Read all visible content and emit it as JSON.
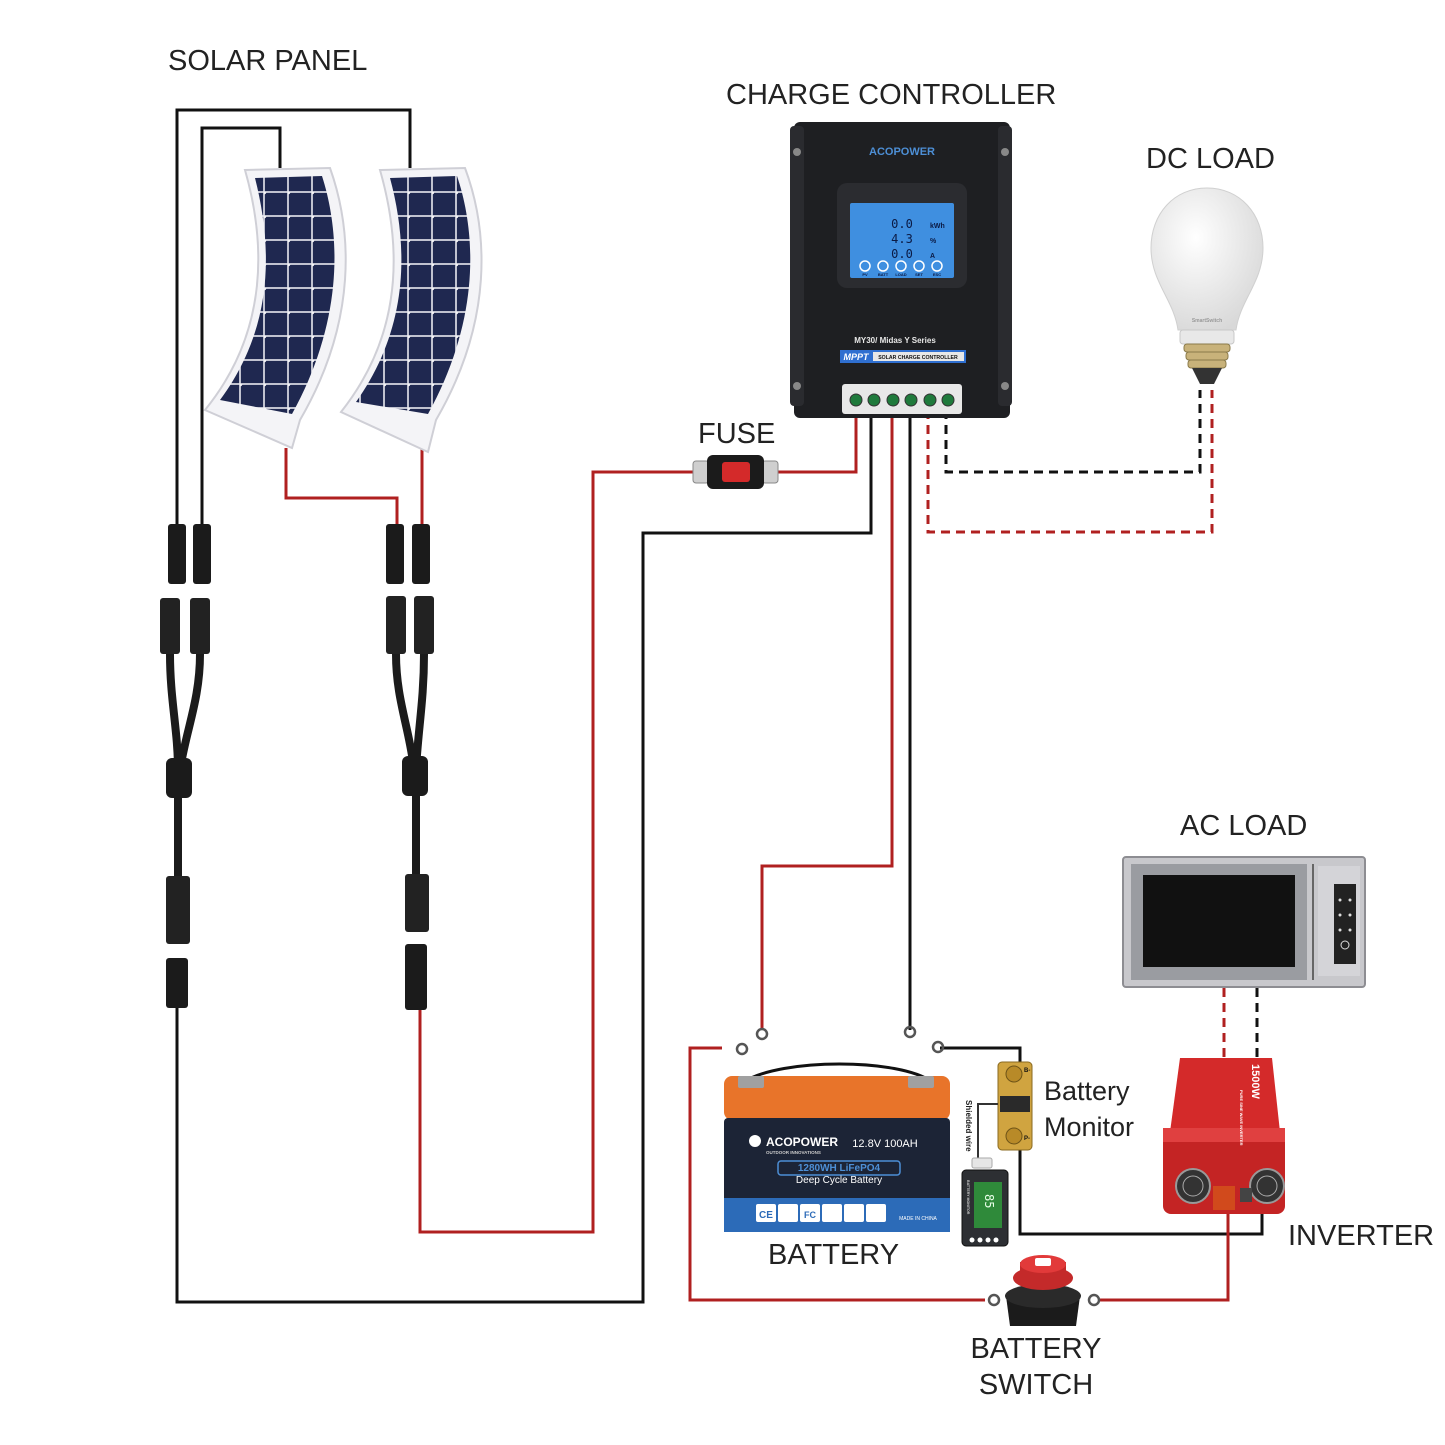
{
  "labels": {
    "solar_panel": "SOLAR PANEL",
    "charge_controller": "CHARGE CONTROLLER",
    "dc_load": "DC LOAD",
    "fuse": "FUSE",
    "ac_load": "AC LOAD",
    "battery_monitor_line1": "Battery",
    "battery_monitor_line2": "Monitor",
    "battery": "BATTERY",
    "inverter": "INVERTER",
    "battery_switch_line1": "BATTERY",
    "battery_switch_line2": "SWITCH"
  },
  "controller": {
    "brand": "ACOPOWER",
    "model": "MY30/ Midas Y Series",
    "badge": "MPPT",
    "badge_text": "SOLAR CHARGE CONTROLLER",
    "display_lines": [
      "0.0",
      "4.3",
      "0.0"
    ],
    "display_units": [
      "kWh",
      "%",
      "A"
    ],
    "button_labels": [
      "PV",
      "BATT",
      "LOAD",
      "SET",
      "ESC"
    ]
  },
  "battery_device": {
    "brand": "ACOPOWER",
    "tagline": "OUTDOOR INNOVATIONS",
    "rating": "12.8V  100AH",
    "capacity": "1280WH LiFePO4",
    "type": "Deep Cycle Battery",
    "certs": [
      "CE",
      "FC"
    ],
    "made_in": "MADE IN CHINA"
  },
  "monitor_device": {
    "wire_label": "Shielded wire",
    "screen_label": "BATTERY MONITOR",
    "reading": "85",
    "shunt_marks": [
      "B-",
      "P-"
    ]
  },
  "inverter_device": {
    "rating": "1500W",
    "text": "PURE SINE WAVE INVERTER"
  },
  "bulb_device": {
    "brand": "SmartSwitch"
  },
  "colors": {
    "wire_black": "#111111",
    "wire_red": "#b02020",
    "controller_body": "#1e1f22",
    "lcd": "#3f8fe0",
    "battery_orange": "#e8742a",
    "battery_blue": "#2c6bb8",
    "inverter_red": "#d42a2a",
    "panel_cells": "#1f2850"
  }
}
